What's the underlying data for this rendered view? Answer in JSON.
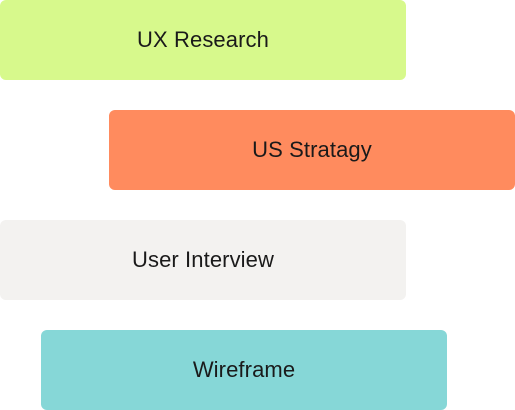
{
  "cards": {
    "ux_research": {
      "label": "UX Research",
      "color": "#d7f98c"
    },
    "us_strategy": {
      "label": "US Stratagy",
      "color": "#ff8b5e"
    },
    "user_interview": {
      "label": "User Interview",
      "color": "#f3f2f0"
    },
    "wireframe": {
      "label": "Wireframe",
      "color": "#86d7d7"
    }
  }
}
